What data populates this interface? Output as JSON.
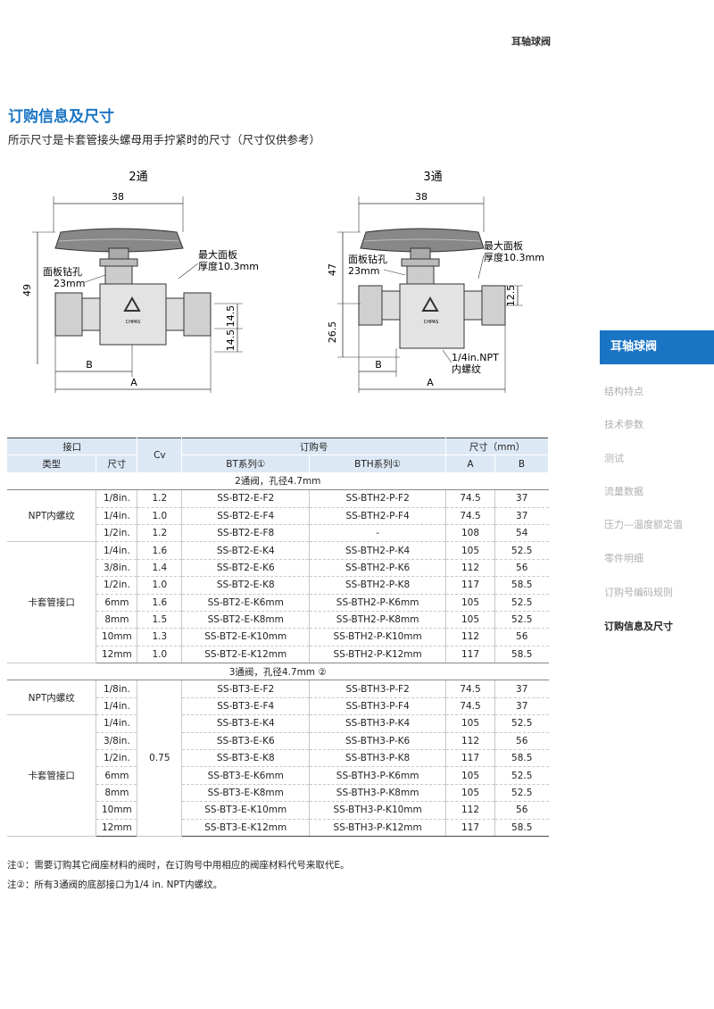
{
  "header": {
    "title": "耳轴球阀"
  },
  "section": {
    "title": "订购信息及尺寸",
    "subtitle": "所示尺寸是卡套管接头螺母用手拧紧时的尺寸（尺寸仅供参考）"
  },
  "diagram2": {
    "title": "2通",
    "dim_top": "38",
    "dim_height": "49",
    "panel_hole": "面板钻孔\n23mm",
    "panel_hole_l1": "面板钻孔",
    "panel_hole_l2": "23mm",
    "panel_thick_l1": "最大面板",
    "panel_thick_l2": "厚度10.3mm",
    "dim_right_a": "14.5",
    "dim_right_b": "14.5",
    "dim_b": "B",
    "dim_a": "A",
    "brand": "CHPAS"
  },
  "diagram3": {
    "title": "3通",
    "dim_top": "38",
    "dim_height": "47",
    "dim_lower": "26.5",
    "panel_hole_l1": "面板钻孔",
    "panel_hole_l2": "23mm",
    "panel_thick_l1": "最大面板",
    "panel_thick_l2": "厚度10.3mm",
    "dim_right": "12.5",
    "npt_l1": "1/4in.NPT",
    "npt_l2": "内螺纹",
    "dim_b": "B",
    "dim_a": "A",
    "brand": "CHPAS"
  },
  "side_nav": {
    "active": "耳轴球阀",
    "items": [
      "结构特点",
      "技术参数",
      "测试",
      "流量数据",
      "压力—温度额定值",
      "零件明细",
      "订购号编码规则",
      "订购信息及尺寸"
    ]
  },
  "table": {
    "h_port": "接口",
    "h_cv": "Cv",
    "h_order": "订购号",
    "h_dim": "尺寸（mm）",
    "h_type": "类型",
    "h_size": "尺寸",
    "h_bt": "BT系列①",
    "h_bth": "BTH系列①",
    "h_a": "A",
    "h_b": "B",
    "group1": "2通阀，孔径4.7mm",
    "group2": "3通阀，孔径4.7mm ②",
    "type_npt": "NPT内螺纹",
    "type_tube": "卡套管接口",
    "cv3": "0.75",
    "rows2": [
      {
        "size": "1/8in.",
        "cv": "1.2",
        "bt": "SS-BT2-E-F2",
        "bth": "SS-BTH2-P-F2",
        "a": "74.5",
        "b": "37"
      },
      {
        "size": "1/4in.",
        "cv": "1.0",
        "bt": "SS-BT2-E-F4",
        "bth": "SS-BTH2-P-F4",
        "a": "74.5",
        "b": "37"
      },
      {
        "size": "1/2in.",
        "cv": "1.2",
        "bt": "SS-BT2-E-F8",
        "bth": "-",
        "a": "108",
        "b": "54"
      },
      {
        "size": "1/4in.",
        "cv": "1.6",
        "bt": "SS-BT2-E-K4",
        "bth": "SS-BTH2-P-K4",
        "a": "105",
        "b": "52.5"
      },
      {
        "size": "3/8in.",
        "cv": "1.4",
        "bt": "SS-BT2-E-K6",
        "bth": "SS-BTH2-P-K6",
        "a": "112",
        "b": "56"
      },
      {
        "size": "1/2in.",
        "cv": "1.0",
        "bt": "SS-BT2-E-K8",
        "bth": "SS-BTH2-P-K8",
        "a": "117",
        "b": "58.5"
      },
      {
        "size": "6mm",
        "cv": "1.6",
        "bt": "SS-BT2-E-K6mm",
        "bth": "SS-BTH2-P-K6mm",
        "a": "105",
        "b": "52.5"
      },
      {
        "size": "8mm",
        "cv": "1.5",
        "bt": "SS-BT2-E-K8mm",
        "bth": "SS-BTH2-P-K8mm",
        "a": "105",
        "b": "52.5"
      },
      {
        "size": "10mm",
        "cv": "1.3",
        "bt": "SS-BT2-E-K10mm",
        "bth": "SS-BTH2-P-K10mm",
        "a": "112",
        "b": "56"
      },
      {
        "size": "12mm",
        "cv": "1.0",
        "bt": "SS-BT2-E-K12mm",
        "bth": "SS-BTH2-P-K12mm",
        "a": "117",
        "b": "58.5"
      }
    ],
    "rows3": [
      {
        "size": "1/8in.",
        "bt": "SS-BT3-E-F2",
        "bth": "SS-BTH3-P-F2",
        "a": "74.5",
        "b": "37"
      },
      {
        "size": "1/4in.",
        "bt": "SS-BT3-E-F4",
        "bth": "SS-BTH3-P-F4",
        "a": "74.5",
        "b": "37"
      },
      {
        "size": "1/4in.",
        "bt": "SS-BT3-E-K4",
        "bth": "SS-BTH3-P-K4",
        "a": "105",
        "b": "52.5"
      },
      {
        "size": "3/8in.",
        "bt": "SS-BT3-E-K6",
        "bth": "SS-BTH3-P-K6",
        "a": "112",
        "b": "56"
      },
      {
        "size": "1/2in.",
        "bt": "SS-BT3-E-K8",
        "bth": "SS-BTH3-P-K8",
        "a": "117",
        "b": "58.5"
      },
      {
        "size": "6mm",
        "bt": "SS-BT3-E-K6mm",
        "bth": "SS-BTH3-P-K6mm",
        "a": "105",
        "b": "52.5"
      },
      {
        "size": "8mm",
        "bt": "SS-BT3-E-K8mm",
        "bth": "SS-BTH3-P-K8mm",
        "a": "105",
        "b": "52.5"
      },
      {
        "size": "10mm",
        "bt": "SS-BT3-E-K10mm",
        "bth": "SS-BTH3-P-K10mm",
        "a": "112",
        "b": "56"
      },
      {
        "size": "12mm",
        "bt": "SS-BT3-E-K12mm",
        "bth": "SS-BTH3-P-K12mm",
        "a": "117",
        "b": "58.5"
      }
    ]
  },
  "notes": {
    "n1": "注①：需要订购其它阀座材料的阀时，在订购号中用相应的阀座材料代号来取代E。",
    "n2": "注②：所有3通阀的底部接口为1/4 in. NPT内螺纹。"
  },
  "colors": {
    "accent": "#1a74c4",
    "header_bg": "#dce9f5"
  }
}
